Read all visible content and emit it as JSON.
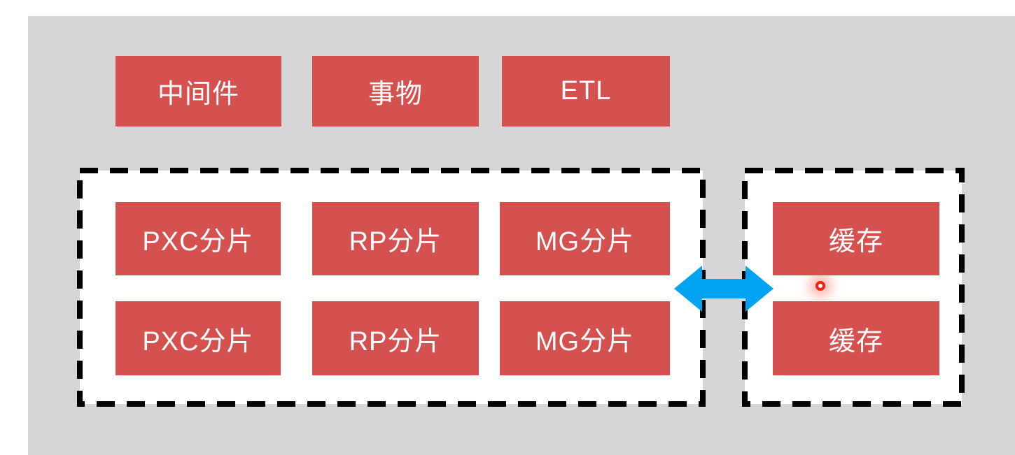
{
  "diagram": {
    "title": "database-sharding-cache-architecture",
    "colors": {
      "page_background": "#ffffff",
      "panel_background": "#d6d6d6",
      "node_red": "#d5514f",
      "node_text": "#ffffff",
      "dashed_border": "#000000",
      "arrow_blue": "#00a3ef",
      "cursor_dot_red": "#f3240e"
    },
    "top_row": [
      {
        "label": "中间件"
      },
      {
        "label": "事物"
      },
      {
        "label": "ETL"
      }
    ],
    "shard_cluster": {
      "row1": [
        {
          "label": "PXC分片"
        },
        {
          "label": "RP分片"
        },
        {
          "label": "MG分片"
        }
      ],
      "row2": [
        {
          "label": "PXC分片"
        },
        {
          "label": "RP分片"
        },
        {
          "label": "MG分片"
        }
      ]
    },
    "cache_cluster": {
      "row1": {
        "label": "缓存"
      },
      "row2": {
        "label": "缓存"
      }
    },
    "connector": {
      "type": "bidirectional-arrow",
      "from": "shard-cluster",
      "to": "cache-cluster"
    }
  }
}
